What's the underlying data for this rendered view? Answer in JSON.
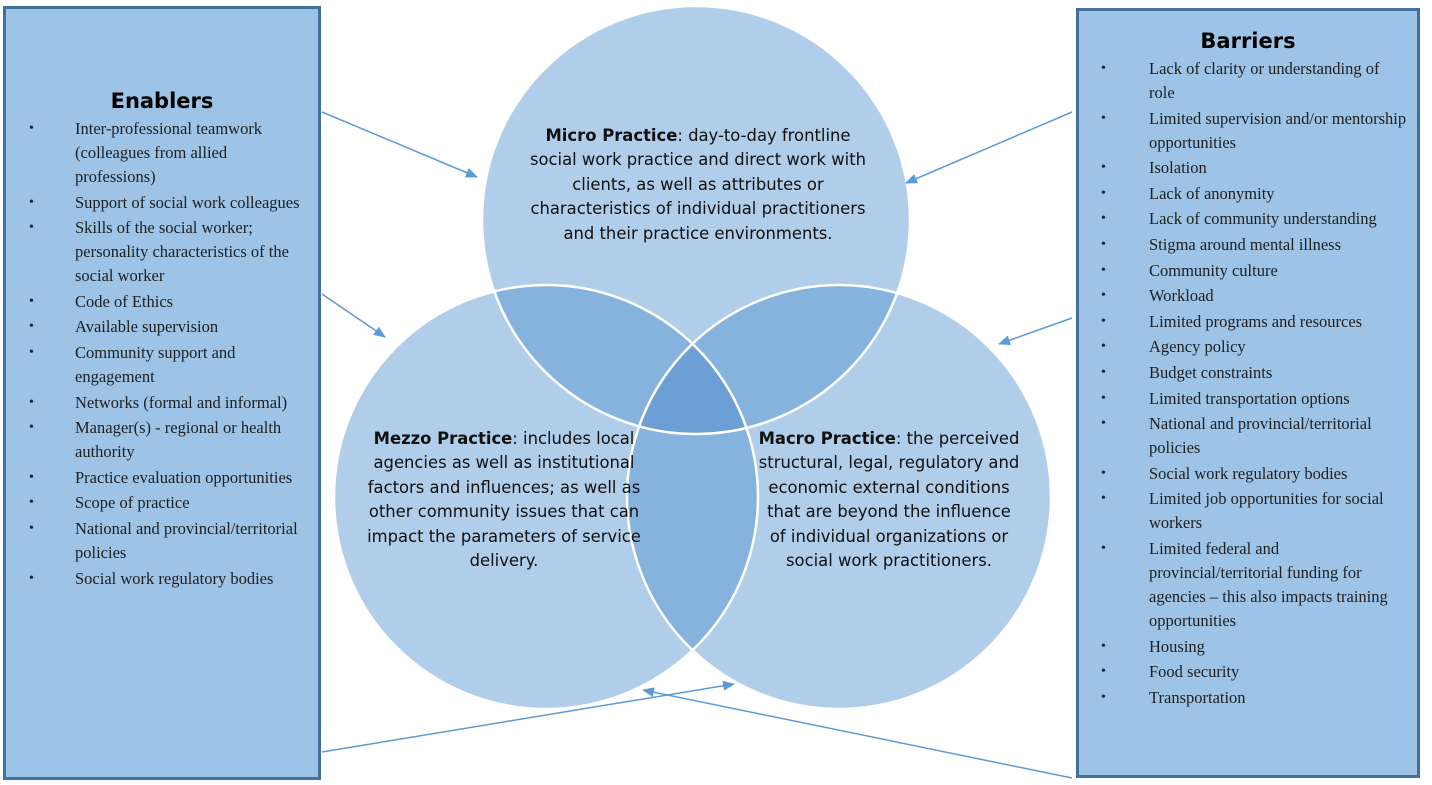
{
  "enablers": {
    "title": "Enablers",
    "items": [
      "Inter-professional teamwork (colleagues from allied professions)",
      "Support of social work colleagues",
      "Skills of the social worker; personality characteristics of the social worker",
      "Code of Ethics",
      "Available supervision",
      "Community support and engagement",
      "Networks (formal and informal)",
      "Manager(s) - regional or health authority",
      "Practice evaluation opportunities",
      "Scope of practice",
      "National and provincial/territorial policies",
      "Social work regulatory bodies"
    ]
  },
  "barriers": {
    "title": "Barriers",
    "items": [
      "Lack of clarity or understanding of role",
      "Limited supervision and/or mentorship opportunities",
      "Isolation",
      "Lack of anonymity",
      "Lack of community understanding",
      "Stigma around mental illness",
      "Community culture",
      "Workload",
      "Limited programs and resources",
      "Agency policy",
      "Budget constraints",
      "Limited transportation options",
      "National and provincial/territorial policies",
      "Social work regulatory bodies",
      "Limited job opportunities for social workers",
      "Limited federal and provincial/territorial funding for agencies – this also impacts training opportunities",
      "Housing",
      "Food security",
      "Transportation"
    ]
  },
  "circles": {
    "micro": {
      "label": "Micro Practice",
      "text": ": day-to-day frontline social work practice and direct work with clients, as well as attributes or characteristics of individual practitioners and their practice environments."
    },
    "mezzo": {
      "label": "Mezzo Practice",
      "text": ": includes local agencies as well as institutional factors and influences; as well as other community issues that can impact the parameters of service delivery."
    },
    "macro": {
      "label": "Macro Practice",
      "text": ": the perceived structural, legal, regulatory and economic external conditions that are beyond the influence of individual organizations or social work practitioners."
    }
  },
  "colors": {
    "panel_fill": "#9dc3e6",
    "panel_border": "#41719c",
    "circle_fill": "#b0cde9",
    "overlap_fill": "#86b3de",
    "center_fill": "#6c9fd3",
    "arrow": "#5b9bd5"
  },
  "bullet_glyph": "•"
}
